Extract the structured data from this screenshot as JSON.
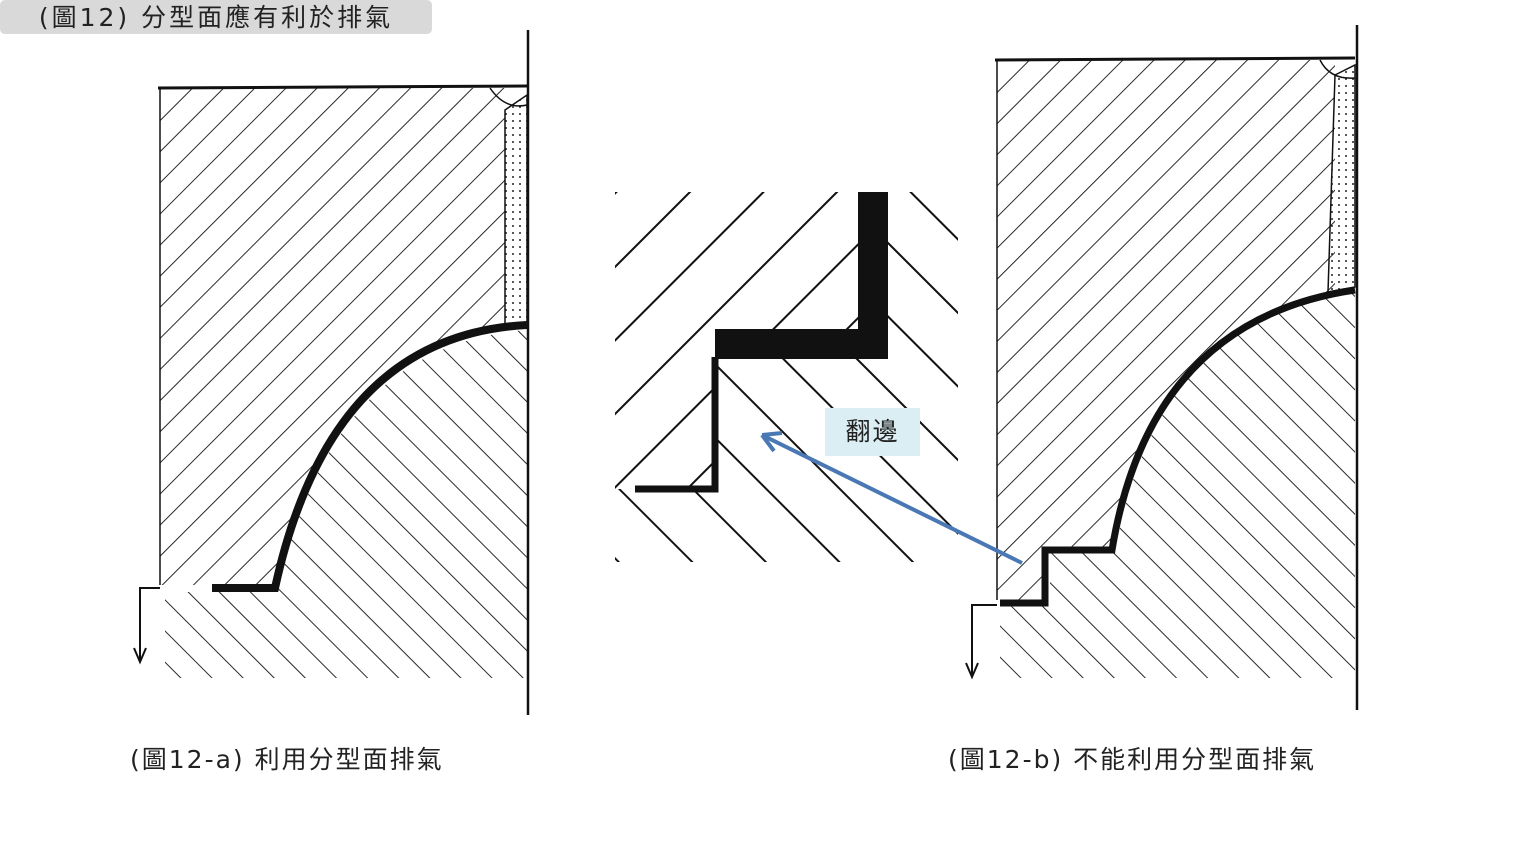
{
  "figure_a": {
    "caption": "(圖12-a) 利用分型面排氣"
  },
  "figure_b": {
    "caption": "(圖12-b) 不能利用分型面排氣"
  },
  "inset": {
    "label": "翻邊",
    "arrow_color": "#4a78b5"
  },
  "main_caption": "(圖12) 分型面應有利於排氣"
}
